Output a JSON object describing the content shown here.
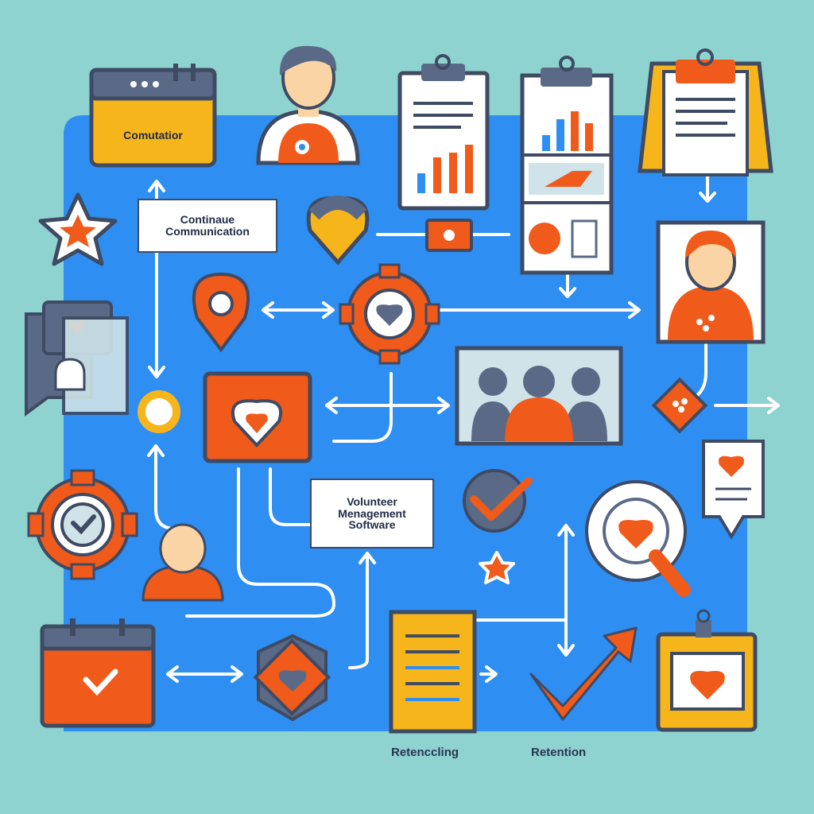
{
  "labels": {
    "top_card": "Comutatior",
    "comm_line1": "Continaue",
    "comm_line2": "Communication",
    "vms_line1": "Volunteer",
    "vms_line2": "Menagement",
    "vms_line3": "Software"
  },
  "captions": {
    "left": "Retenccling",
    "right": "Retention"
  },
  "colors": {
    "background": "#8ed3d0",
    "panel": "#2e8ef2",
    "orange": "#f05a1a",
    "yellow": "#f7b51c",
    "slate": "#5a6a86",
    "outline": "#3f4a63"
  }
}
